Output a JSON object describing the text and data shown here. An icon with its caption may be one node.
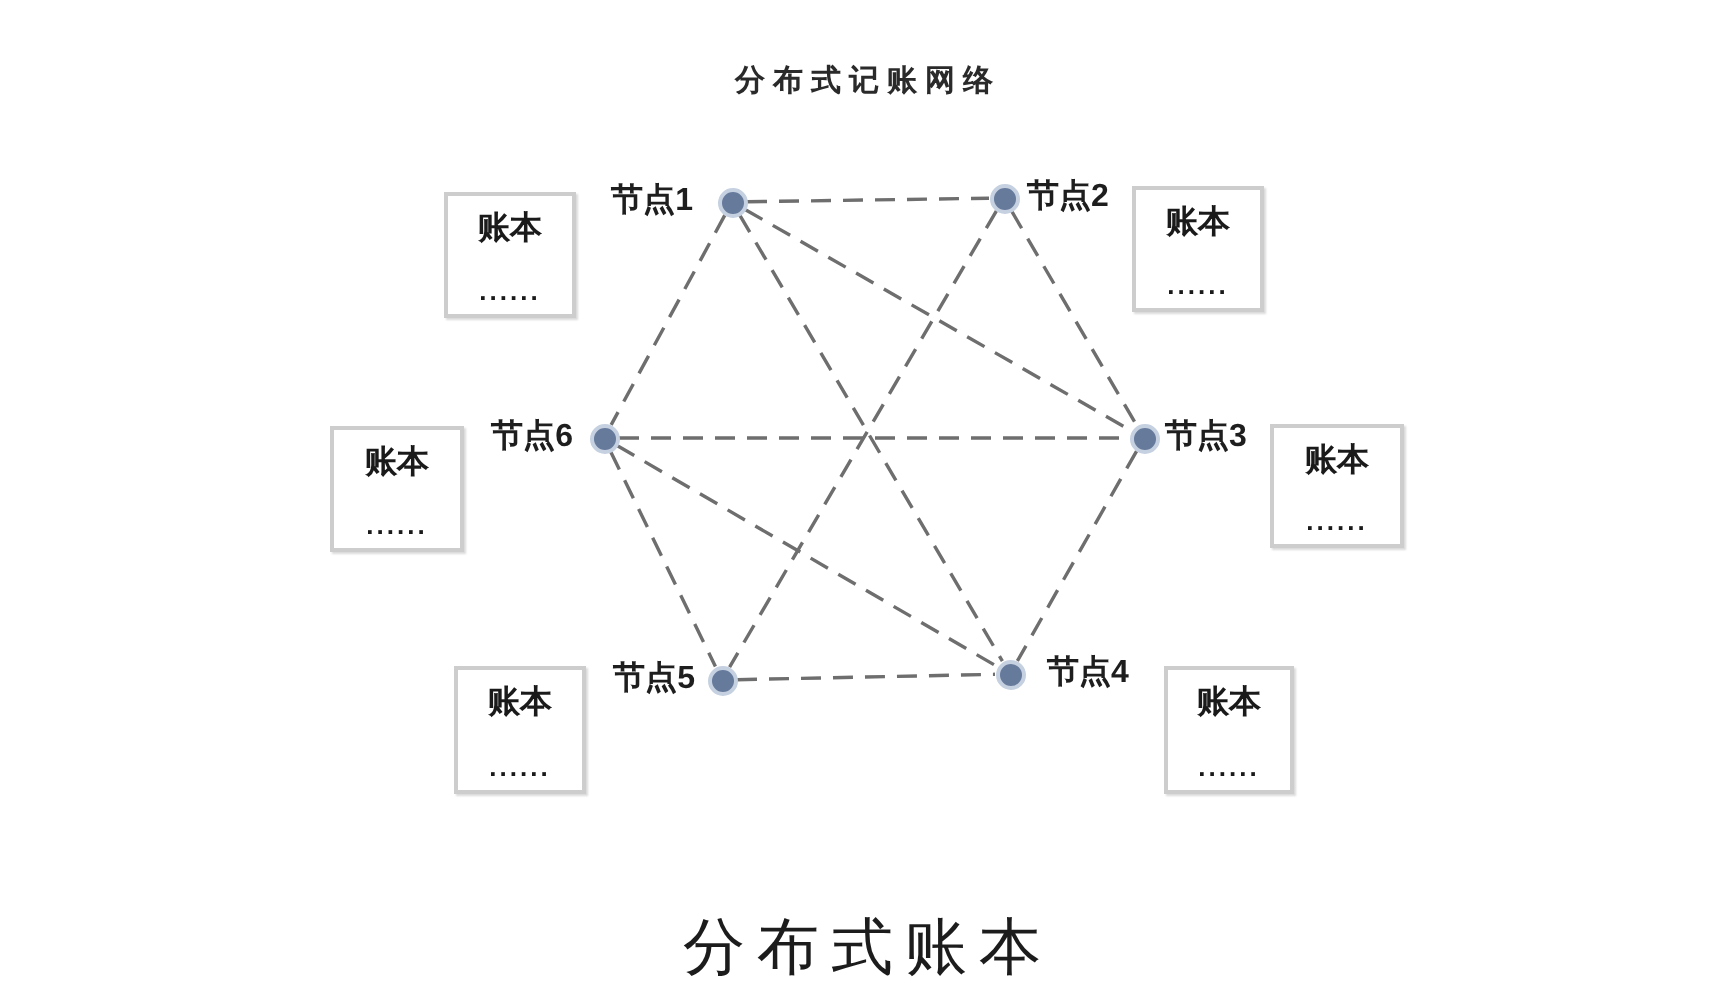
{
  "diagram": {
    "title": "分布式记账网络",
    "caption": "分布式账本",
    "nodes": [
      {
        "text": [
          "账本",
          "......"
        ]
      },
      {
        "text": [],
        "shape": "circle",
        "beside": [
          "节点1"
        ]
      },
      {
        "text": [],
        "shape": "circle",
        "beside": [
          "节点2"
        ]
      },
      {
        "text": [
          "账本",
          "......"
        ]
      },
      {
        "text": [
          "账本",
          "......"
        ]
      },
      {
        "text": [],
        "shape": "circle",
        "beside": [
          "节点6"
        ]
      },
      {
        "text": [],
        "shape": "circle",
        "beside": [
          "节点3"
        ]
      },
      {
        "text": [
          "账本",
          "......"
        ]
      },
      {
        "text": [
          "账本",
          "......"
        ]
      },
      {
        "text": [],
        "shape": "circle",
        "beside": [
          "节点5"
        ]
      },
      {
        "text": [],
        "shape": "circle",
        "beside": [
          "节点4"
        ]
      },
      {
        "text": [
          "账本",
          "......"
        ]
      }
    ],
    "edges": [
      {
        "from": 1,
        "to": 2,
        "arrow": "none",
        "style": "dashed"
      },
      {
        "from": 1,
        "to": 5,
        "arrow": "none",
        "style": "dashed"
      },
      {
        "from": 1,
        "to": 10,
        "arrow": "none",
        "style": "dashed"
      },
      {
        "from": 1,
        "to": 6,
        "arrow": "none",
        "style": "dashed"
      },
      {
        "from": 2,
        "to": 6,
        "arrow": "none",
        "style": "dashed"
      },
      {
        "from": 2,
        "to": 9,
        "arrow": "none",
        "style": "dashed"
      },
      {
        "from": 5,
        "to": 6,
        "arrow": "none",
        "style": "dashed"
      },
      {
        "from": 5,
        "to": 9,
        "arrow": "none",
        "style": "dashed"
      },
      {
        "from": 5,
        "to": 10,
        "arrow": "none",
        "style": "dashed"
      },
      {
        "from": 9,
        "to": 10,
        "arrow": "none",
        "style": "dashed"
      },
      {
        "from": 6,
        "to": 10,
        "arrow": "none",
        "style": "dashed"
      }
    ]
  }
}
